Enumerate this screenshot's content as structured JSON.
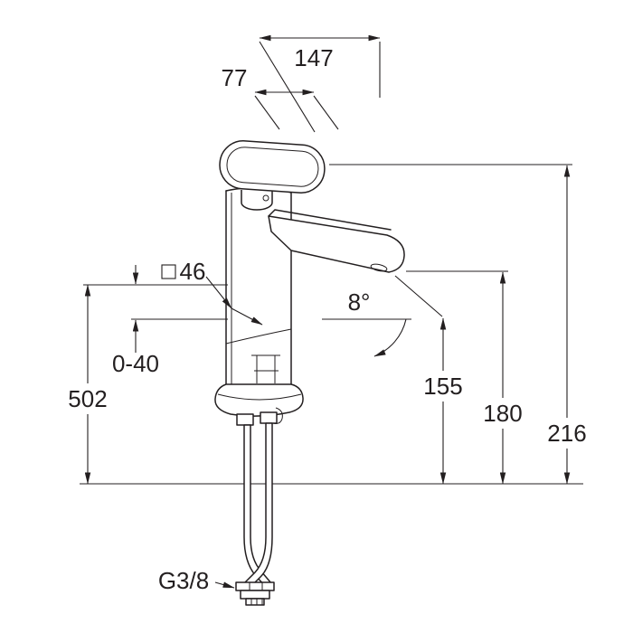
{
  "page": {
    "background": "#ffffff",
    "line_color": "#231f20"
  },
  "drawing": {
    "kind": "basin-mixer-dimension-drawing",
    "labels": {
      "reach": "147",
      "handle": "77",
      "square_section": "46",
      "square_symbol": "",
      "deck_range": "0-40",
      "overall_with_hoses": "502",
      "spout_height": "155",
      "mid_height": "180",
      "total_height": "216",
      "spout_angle": "8°",
      "thread": "G3/8"
    }
  }
}
